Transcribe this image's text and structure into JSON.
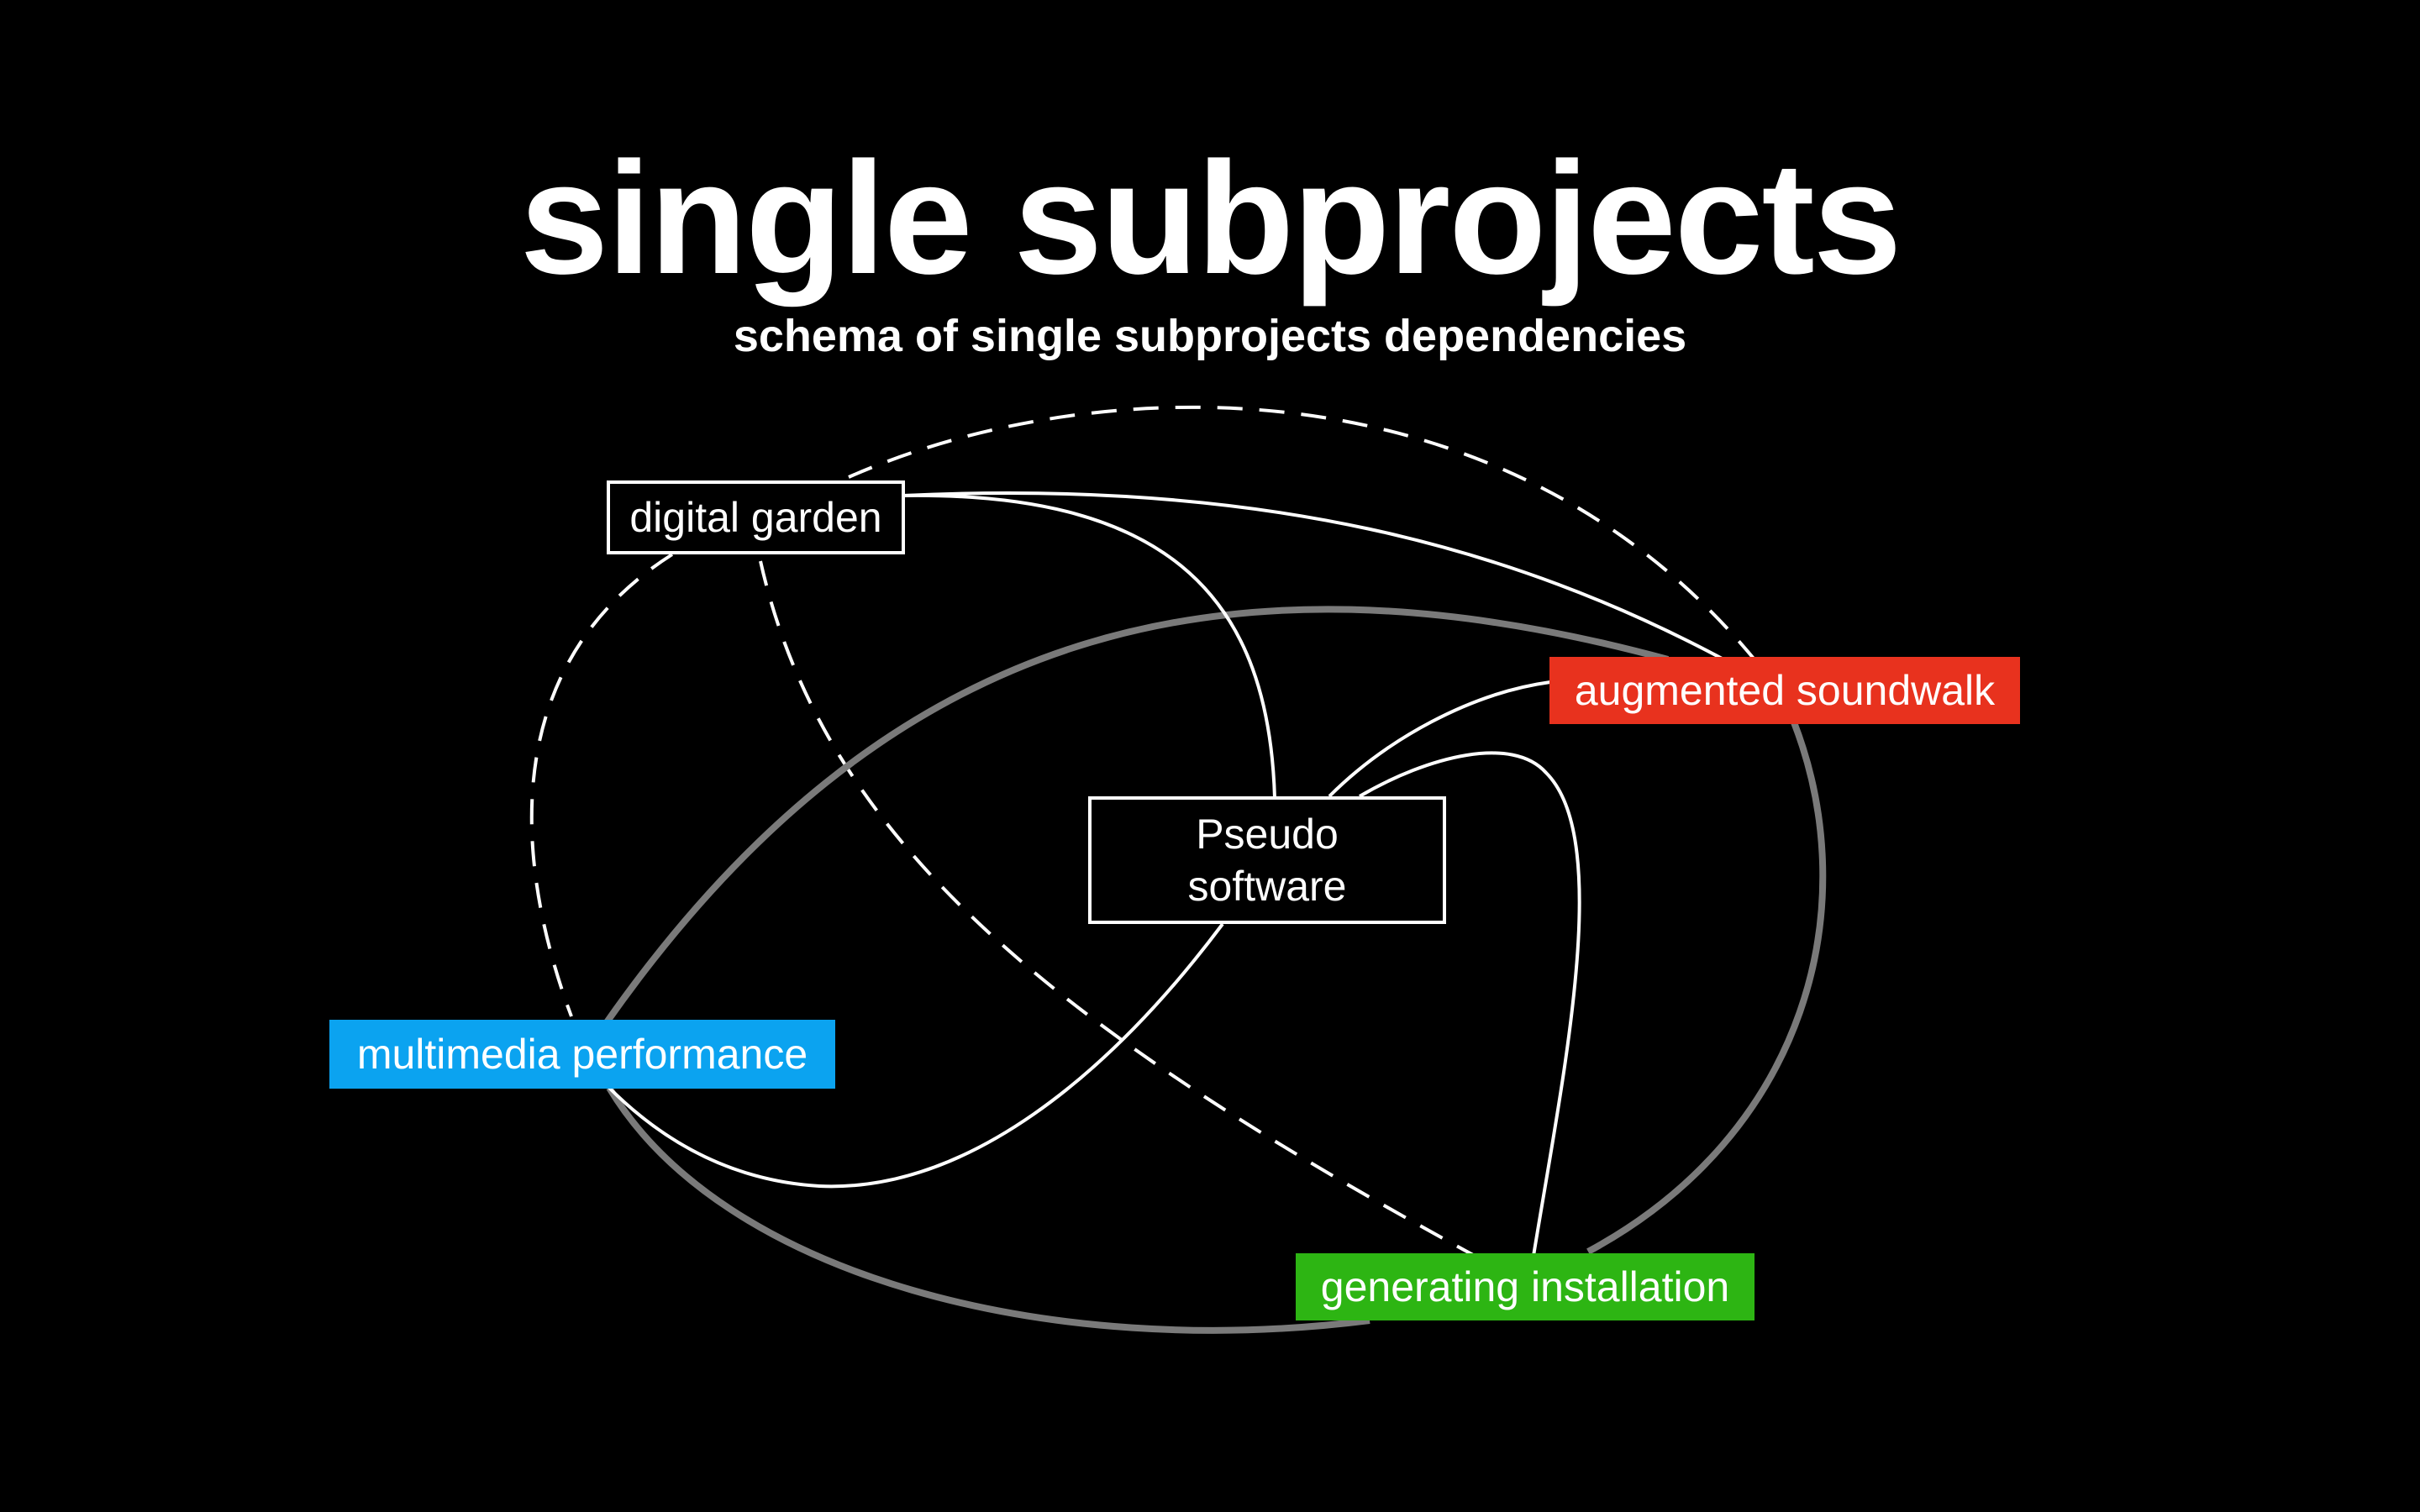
{
  "slide": {
    "title": "single subprojects",
    "subtitle": "schema of single subprojects dependencies"
  },
  "colors": {
    "background": "#000000",
    "text": "#ffffff",
    "edge_white": "#ffffff",
    "edge_gray": "#7a7a7a",
    "augmented_soundwalk": "#e8321e",
    "multimedia_performance": "#0ba3f0",
    "generating_installation": "#2db513"
  },
  "nodes": {
    "digital_garden": {
      "label": "digital garden",
      "style": "outlined"
    },
    "augmented_soundwalk": {
      "label": "augmented soundwalk",
      "style": "filled-red"
    },
    "pseudo_software": {
      "line1": "Pseudo",
      "line2": "software",
      "style": "outlined"
    },
    "multimedia_performance": {
      "label": "multimedia performance",
      "style": "filled-blue"
    },
    "generating_installation": {
      "label": "generating installation",
      "style": "filled-green"
    }
  },
  "edges": [
    {
      "from": "digital garden",
      "to": "augmented soundwalk",
      "style": "dashed",
      "color": "white"
    },
    {
      "from": "digital garden",
      "to": "augmented soundwalk",
      "style": "solid",
      "color": "white"
    },
    {
      "from": "digital garden",
      "to": "Pseudo software",
      "style": "solid",
      "color": "white"
    },
    {
      "from": "digital garden",
      "to": "multimedia performance",
      "style": "dashed",
      "color": "white"
    },
    {
      "from": "digital garden",
      "to": "generating installation",
      "style": "dashed",
      "color": "white"
    },
    {
      "from": "Pseudo software",
      "to": "augmented soundwalk",
      "style": "solid",
      "color": "white"
    },
    {
      "from": "Pseudo software",
      "to": "generating installation",
      "style": "solid",
      "color": "white"
    },
    {
      "from": "Pseudo software",
      "to": "multimedia performance",
      "style": "solid",
      "color": "white"
    },
    {
      "from": "multimedia performance",
      "to": "augmented soundwalk",
      "style": "solid",
      "color": "gray"
    },
    {
      "from": "multimedia performance",
      "to": "generating installation",
      "style": "solid",
      "color": "gray"
    },
    {
      "from": "augmented soundwalk",
      "to": "generating installation",
      "style": "solid",
      "color": "gray"
    }
  ]
}
